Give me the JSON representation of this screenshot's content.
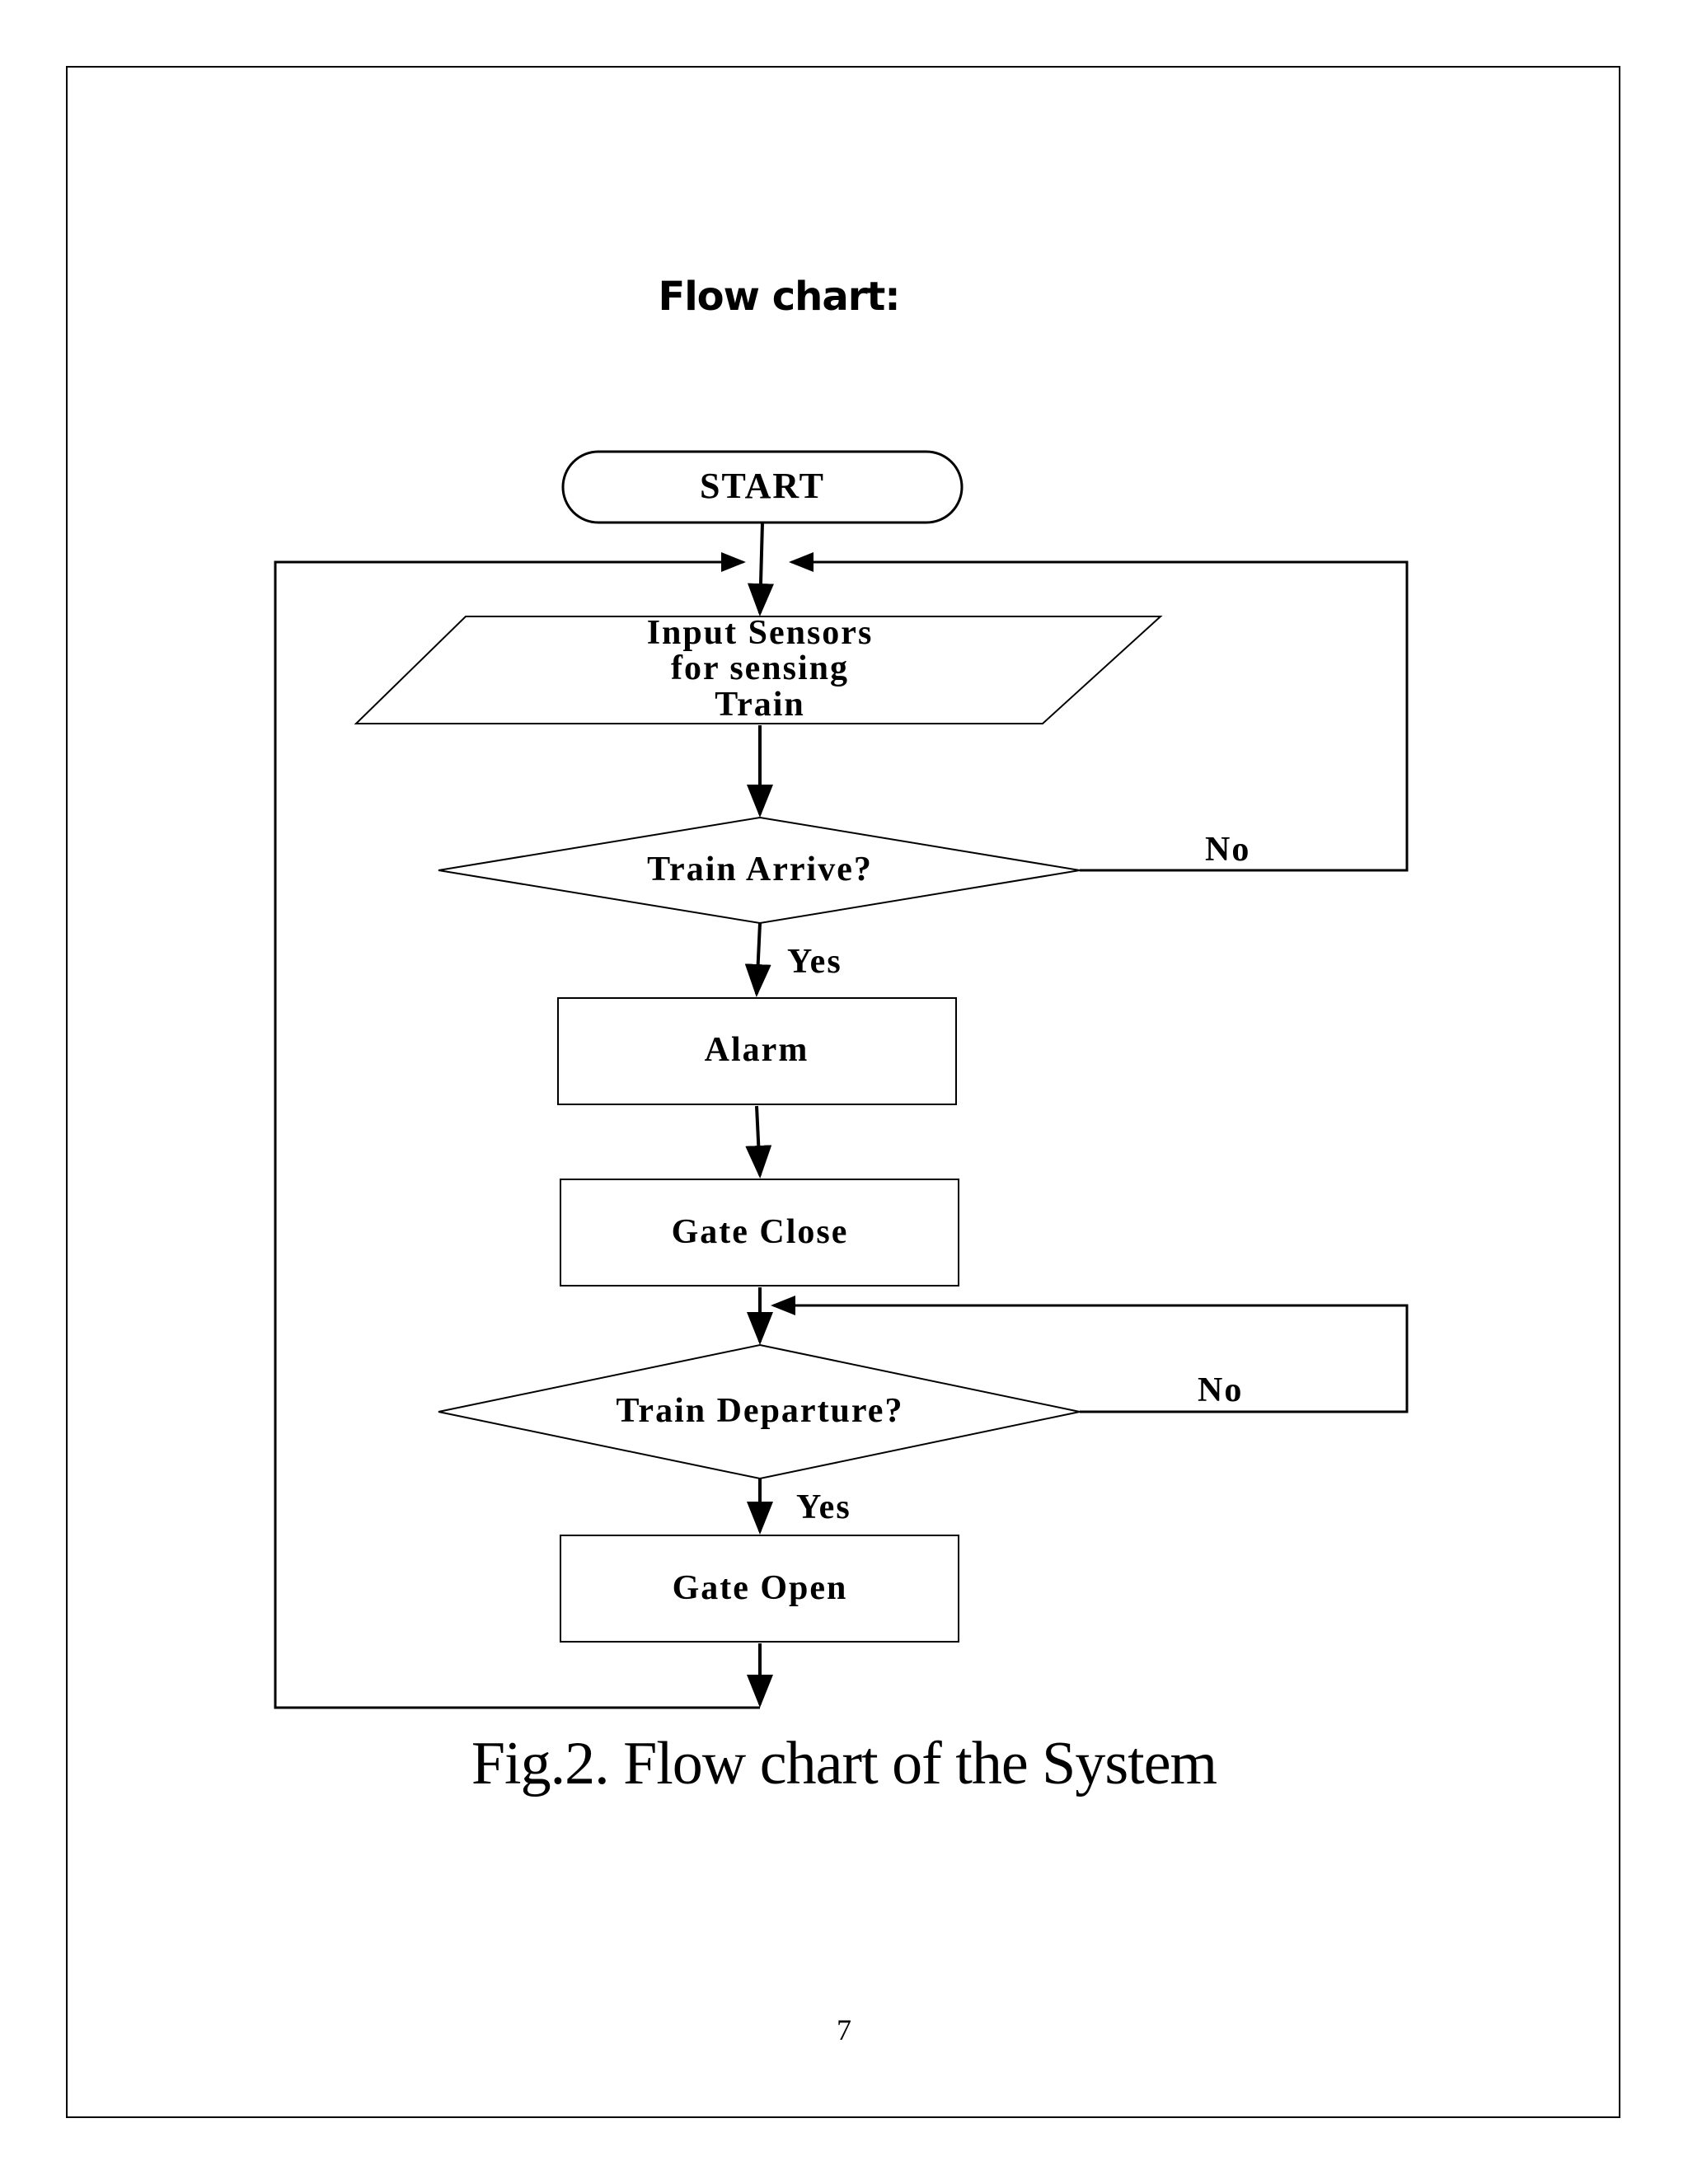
{
  "heading": "Flow chart:",
  "nodes": {
    "start": "START",
    "input_lines": [
      "Input Sensors",
      "for sensing",
      "Train"
    ],
    "decision_arrive": "Train Arrive?",
    "alarm": "Alarm",
    "gate_close": "Gate Close",
    "decision_departure": "Train Departure?",
    "gate_open": "Gate Open"
  },
  "labels": {
    "arrive_no": "No",
    "arrive_yes": "Yes",
    "departure_no": "No",
    "departure_yes": "Yes"
  },
  "caption": "Fig.2. Flow chart of the System",
  "page_number": "7"
}
